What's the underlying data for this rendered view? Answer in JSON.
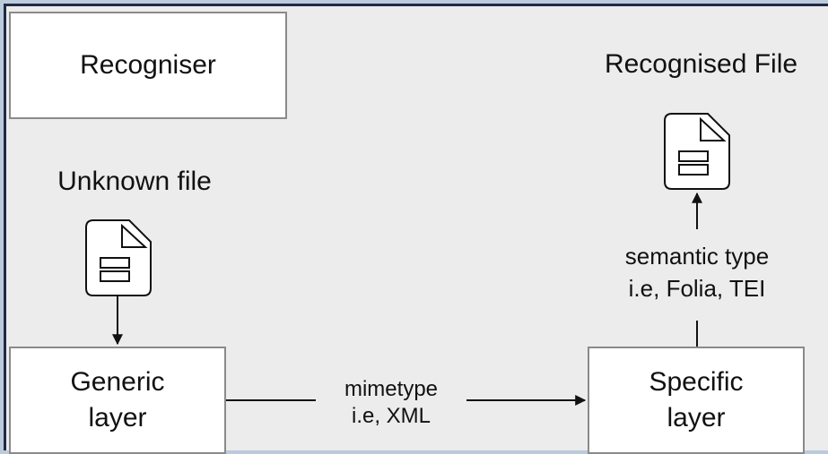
{
  "recogniser": {
    "title": "Recogniser"
  },
  "recognised_file": {
    "label": "Recognised File"
  },
  "unknown_file": {
    "label": "Unknown file"
  },
  "generic_layer": {
    "line1": "Generic",
    "line2": "layer"
  },
  "specific_layer": {
    "line1": "Specific",
    "line2": "layer"
  },
  "edge_mimetype": {
    "line1": "mimetype",
    "line2": "i.e, XML"
  },
  "edge_semantic": {
    "line1": "semantic type",
    "line2": "i.e, Folia, TEI"
  },
  "colors": {
    "background": "#bccbdc",
    "panel": "#ececec",
    "border": "#1f2a44",
    "box_border": "#8a8a8a"
  },
  "icons": [
    "document-icon",
    "document-icon"
  ]
}
